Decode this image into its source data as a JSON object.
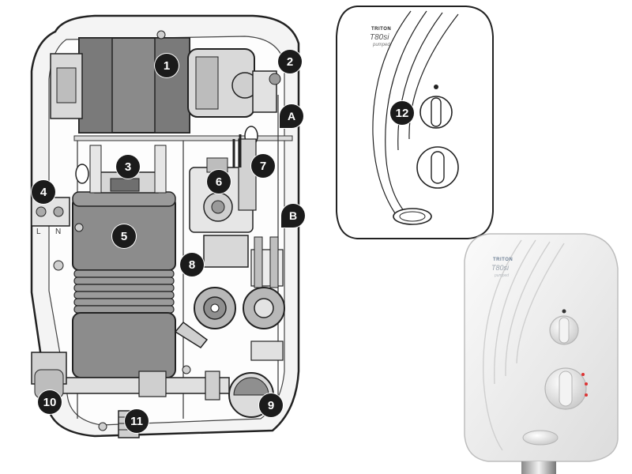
{
  "callouts": {
    "c1": "1",
    "c2": "2",
    "c3": "3",
    "c4": "4",
    "c5": "5",
    "c6": "6",
    "c7": "7",
    "c8": "8",
    "c9": "9",
    "c10": "10",
    "c11": "11",
    "c12": "12",
    "cA": "A",
    "cB": "B"
  },
  "terminals": {
    "live": "L",
    "neutral": "N"
  },
  "cover_line_art": {
    "brand": "TRITON",
    "model": "T80si",
    "variant": "pumped"
  },
  "product_photo": {
    "brand": "TRITON",
    "model": "T80si",
    "variant": "pumped"
  },
  "colors": {
    "outline": "#222222",
    "part_fill": "#8a8a8a",
    "light_fill": "#d9d9d9",
    "callout": "#1b1b1b"
  }
}
